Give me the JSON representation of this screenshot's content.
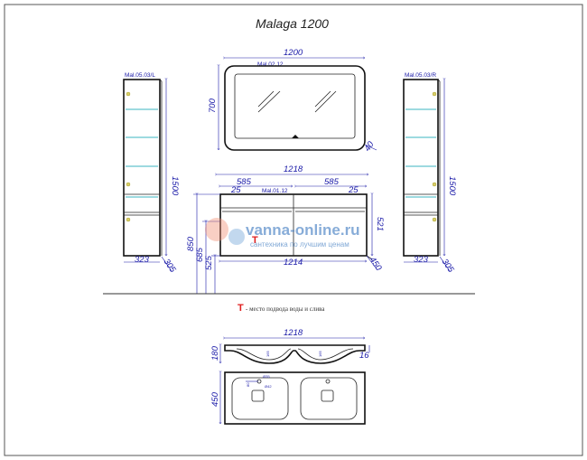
{
  "title": "Malaga 1200",
  "colors": {
    "dimension": "#1a1aa8",
    "shelf": "#3bb6c0",
    "water_marker": "#e02020",
    "watermark": "#4f86c6"
  },
  "mirror": {
    "code": "Mal.02.12",
    "width": "1200",
    "height": "700",
    "depth": "40"
  },
  "column_left": {
    "code": "Mal.05.03/L",
    "height": "1500",
    "width": "323",
    "depth": "305"
  },
  "column_right": {
    "code": "Mal.05.03/R",
    "height": "1500",
    "width": "323",
    "depth": "305"
  },
  "cabinet": {
    "code": "Mal.01.12",
    "top_width": "1218",
    "half_left": "585",
    "half_right": "585",
    "inset_left": "25",
    "inset_right": "25",
    "height": "521",
    "bottom_width": "1214",
    "depth": "450",
    "mount_850": "850",
    "mount_685": "685",
    "mount_525": "525"
  },
  "legend": {
    "marker": "T",
    "text": "- место подвода воды и слива"
  },
  "sink_side": {
    "width": "1218",
    "height": "180",
    "lip": "16",
    "inner_left": "165",
    "inner_right": "165"
  },
  "sink_top": {
    "depth": "450",
    "hole_a": "80",
    "hole_b": "Ø35",
    "hole_c": "Ø42"
  },
  "watermark": {
    "brand": "vanna-online.ru",
    "tagline": "сантехника по лучшим ценам"
  }
}
